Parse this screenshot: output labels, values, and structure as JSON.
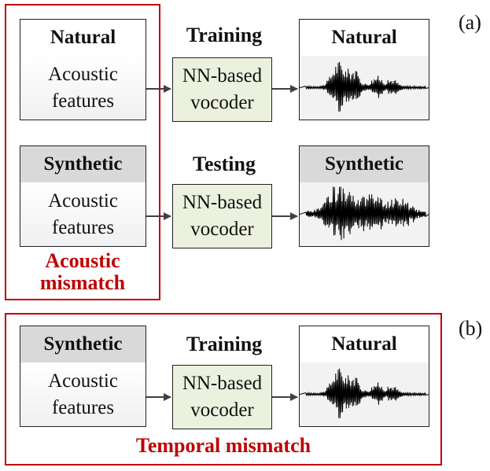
{
  "panel_a": {
    "tag": "(a)",
    "train": {
      "input_header": "Natural",
      "input_body_line1": "Acoustic",
      "input_body_line2": "features",
      "stage_label": "Training",
      "vocoder_line1": "NN-based",
      "vocoder_line2": "vocoder",
      "output_header": "Natural"
    },
    "test": {
      "input_header": "Synthetic",
      "input_body_line1": "Acoustic",
      "input_body_line2": "features",
      "stage_label": "Testing",
      "vocoder_line1": "NN-based",
      "vocoder_line2": "vocoder",
      "output_header": "Synthetic"
    },
    "mismatch_line1": "Acoustic",
    "mismatch_line2": "mismatch"
  },
  "panel_b": {
    "tag": "(b)",
    "input_header": "Synthetic",
    "input_body_line1": "Acoustic",
    "input_body_line2": "features",
    "stage_label": "Training",
    "vocoder_line1": "NN-based",
    "vocoder_line2": "vocoder",
    "output_header": "Natural",
    "mismatch_label": "Temporal mismatch"
  },
  "colors": {
    "mismatch_red": "#c00000",
    "vocoder_fill": "#ebf1de",
    "header_grey": "#d9d9d9"
  }
}
